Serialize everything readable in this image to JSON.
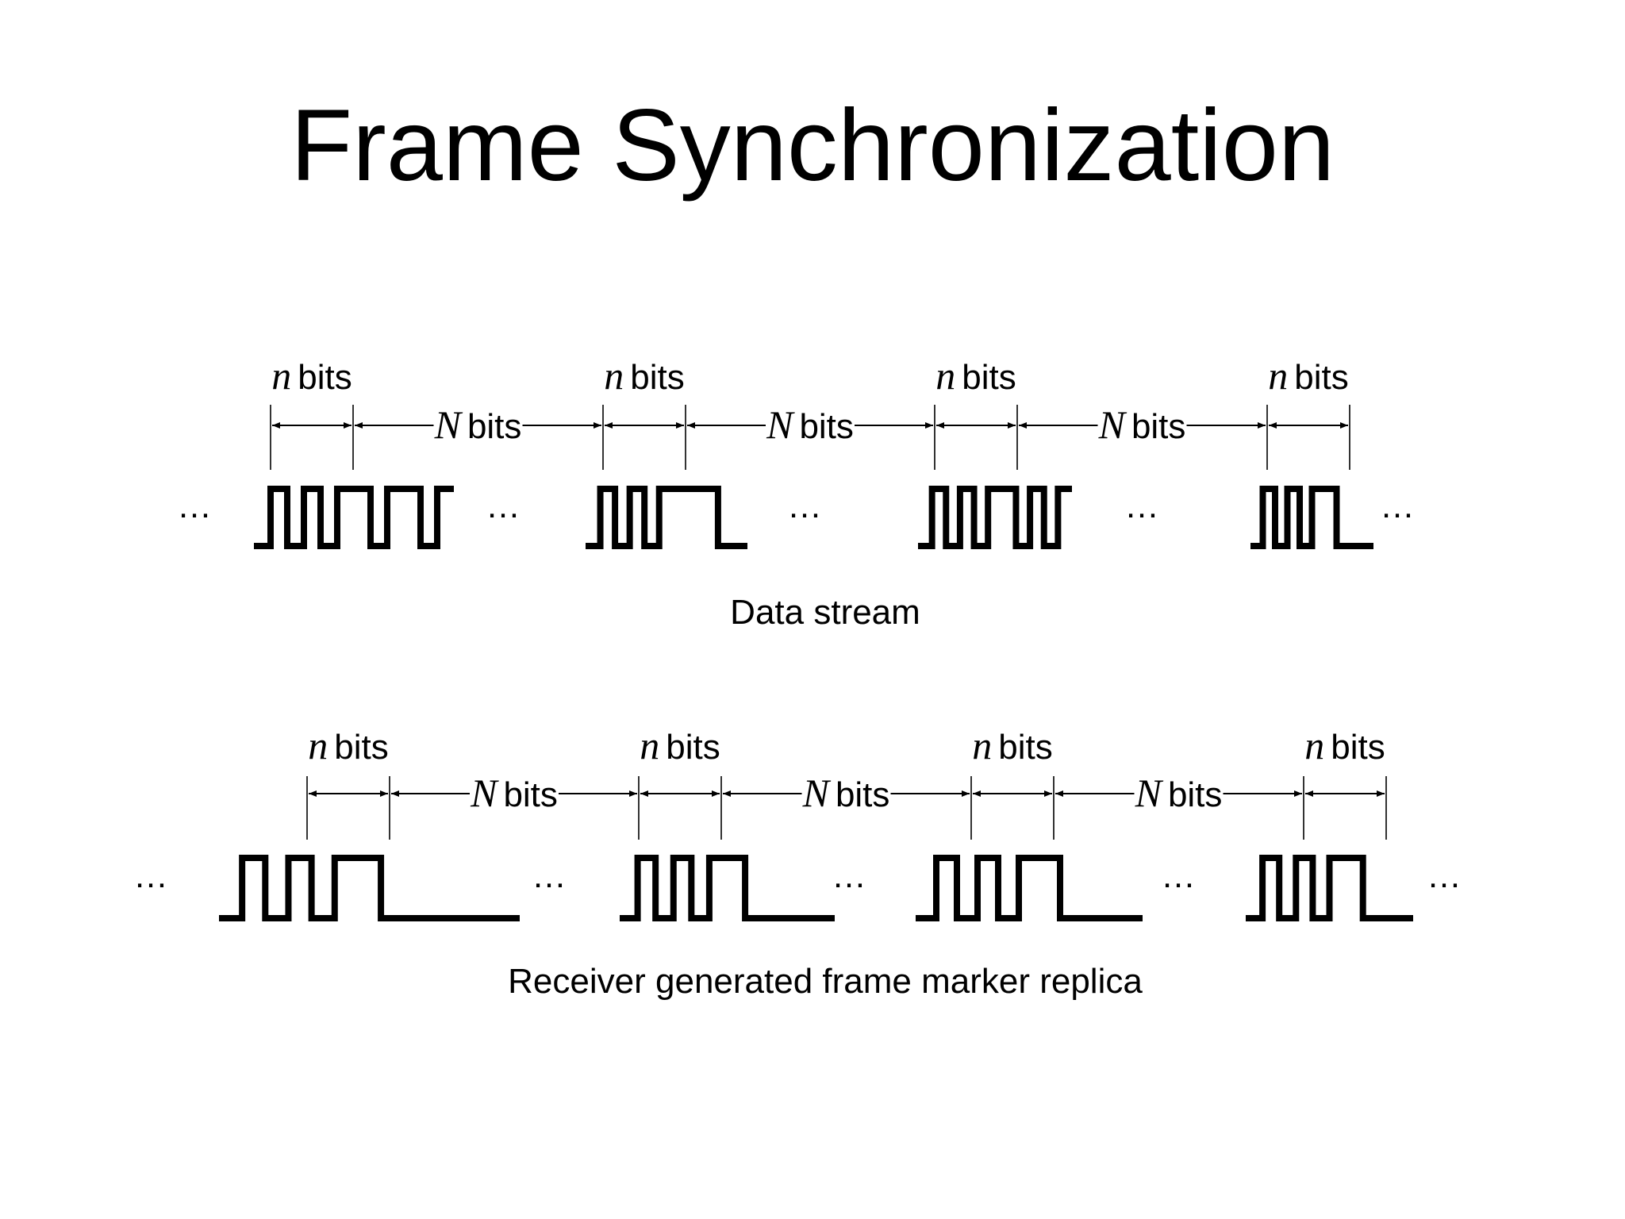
{
  "title": "Frame Synchronization",
  "labels": {
    "n_var": "n",
    "N_var": "N",
    "bits": "bits",
    "ellipsis": "…"
  },
  "rows": [
    {
      "id": "data-stream",
      "caption": "Data stream",
      "frames": [
        {
          "marker_bits": [
            0,
            1,
            0,
            1,
            0,
            1,
            1
          ],
          "data_bits": [
            0,
            1,
            1,
            0,
            1
          ]
        },
        {
          "marker_bits": [
            0,
            1,
            0,
            1,
            0,
            1,
            1
          ],
          "data_bits": [
            1,
            1,
            0,
            0
          ]
        },
        {
          "marker_bits": [
            0,
            1,
            0,
            1,
            0,
            1,
            1
          ],
          "data_bits": [
            0,
            1,
            0,
            1
          ]
        },
        {
          "marker_bits": [
            0,
            1,
            0,
            1,
            0,
            1,
            1
          ],
          "data_bits": [
            0,
            0,
            0
          ]
        }
      ]
    },
    {
      "id": "replica",
      "caption": "Receiver generated frame marker replica",
      "frames": [
        {
          "marker_bits": [
            0,
            1,
            0,
            1,
            0,
            1,
            1
          ],
          "data_bits": [
            0,
            0,
            0,
            0,
            0,
            0
          ]
        },
        {
          "marker_bits": [
            0,
            1,
            0,
            1,
            0,
            1,
            1
          ],
          "data_bits": [
            0,
            0,
            0,
            0,
            0
          ]
        },
        {
          "marker_bits": [
            0,
            1,
            0,
            1,
            0,
            1,
            1
          ],
          "data_bits": [
            0,
            0,
            0,
            0
          ]
        },
        {
          "marker_bits": [
            0,
            1,
            0,
            1,
            0,
            1,
            1
          ],
          "data_bits": [
            0,
            0,
            0
          ]
        }
      ]
    }
  ]
}
